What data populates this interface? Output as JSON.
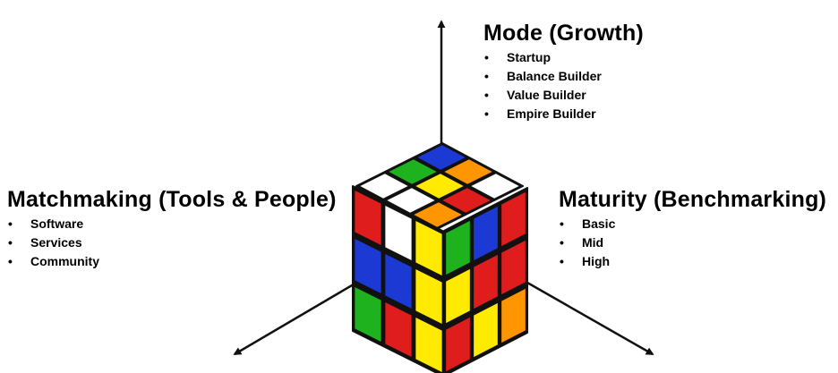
{
  "dimensions": {
    "growth": {
      "title": "Mode (Growth)",
      "items": [
        "Startup",
        "Balance Builder",
        "Value Builder",
        "Empire Builder"
      ]
    },
    "matchmaking": {
      "title": "Matchmaking (Tools & People)",
      "items": [
        "Software",
        "Services",
        "Community"
      ]
    },
    "maturity": {
      "title": "Maturity (Benchmarking)",
      "items": [
        "Basic",
        "Mid",
        "High"
      ]
    }
  },
  "cube": {
    "top_face": [
      [
        "blue",
        "green",
        "white"
      ],
      [
        "orange",
        "yellow",
        "white"
      ],
      [
        "white",
        "red",
        "orange"
      ]
    ],
    "left_face": [
      [
        "red",
        "white",
        "yellow"
      ],
      [
        "blue",
        "blue",
        "yellow"
      ],
      [
        "green",
        "red",
        "yellow"
      ]
    ],
    "right_face": [
      [
        "green",
        "blue",
        "red"
      ],
      [
        "yellow",
        "red",
        "red"
      ],
      [
        "red",
        "yellow",
        "orange"
      ]
    ]
  },
  "colors": {
    "red": "#e01d1d",
    "blue": "#1c39d3",
    "green": "#1eb21e",
    "yellow": "#ffea00",
    "orange": "#ff9500",
    "white": "#ffffff",
    "outline": "#111111",
    "axis": "#111111"
  }
}
